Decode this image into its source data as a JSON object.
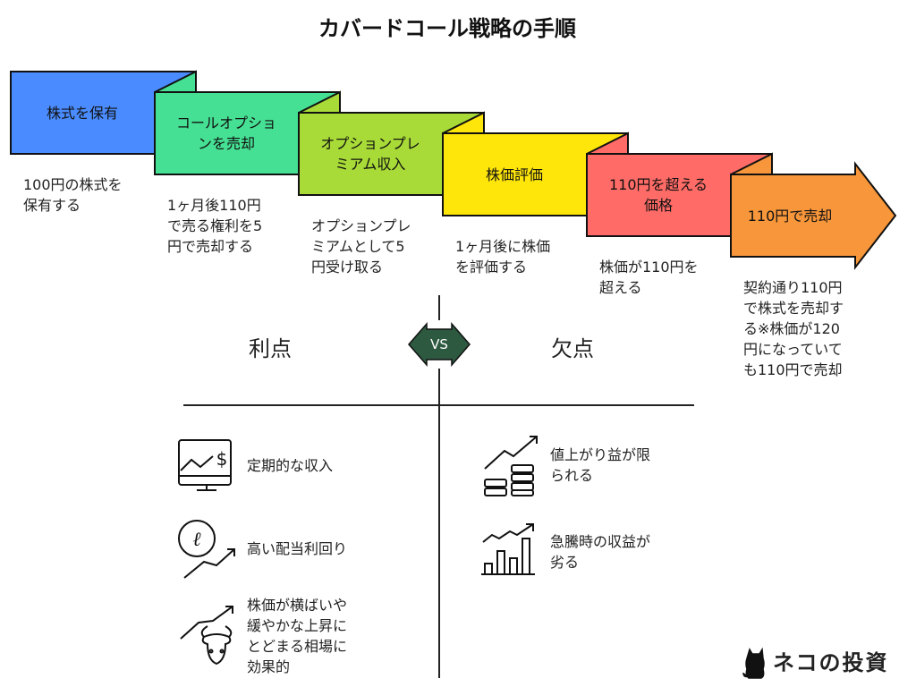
{
  "title": "カバードコール戦略の手順",
  "steps": [
    {
      "label": [
        "株式を保有"
      ],
      "desc": [
        "100円の株式を",
        "保有する"
      ],
      "color": "#4a8cff"
    },
    {
      "label": [
        "コールオプショ",
        "ンを売却"
      ],
      "desc": [
        "1ヶ月後110円",
        "で売る権利を5",
        "円で売却する"
      ],
      "color": "#45e093"
    },
    {
      "label": [
        "オプションプレ",
        "ミアム収入"
      ],
      "desc": [
        "オプションプレ",
        "ミアムとして5",
        "円受け取る"
      ],
      "color": "#a8db37"
    },
    {
      "label": [
        "株価評価"
      ],
      "desc": [
        "1ヶ月後に株価",
        "を評価する"
      ],
      "color": "#ffe60a"
    },
    {
      "label": [
        "110円を超える",
        "価格"
      ],
      "desc": [
        "株価が110円を",
        "超える"
      ],
      "color": "#ff6b66"
    },
    {
      "label": [
        "110円で売却"
      ],
      "desc": [
        "契約通り110円",
        "で株式を売却す",
        "る※株価が120",
        "円になっていて",
        "も110円で売却"
      ],
      "color": "#f7963a"
    }
  ],
  "comparison": {
    "pros_heading": "利点",
    "cons_heading": "欠点",
    "vs_label": "VS",
    "vs_color": "#2d5940",
    "pros": [
      {
        "icon": "monitor-dollar-chart-icon",
        "text": [
          "定期的な収入"
        ]
      },
      {
        "icon": "coin-growth-icon",
        "text": [
          "高い配当利回り"
        ]
      },
      {
        "icon": "bull-market-icon",
        "text": [
          "株価が横ばいや",
          "緩やかな上昇に",
          "とどまる相場に",
          "効果的"
        ]
      }
    ],
    "cons": [
      {
        "icon": "coins-growth-arrow-icon",
        "text": [
          "値上がり益が限",
          "られる"
        ]
      },
      {
        "icon": "bar-chart-growth-icon",
        "text": [
          "急騰時の収益が",
          "劣る"
        ]
      }
    ]
  },
  "logo": {
    "text": "ネコの投資",
    "icon": "black-cat-icon"
  }
}
